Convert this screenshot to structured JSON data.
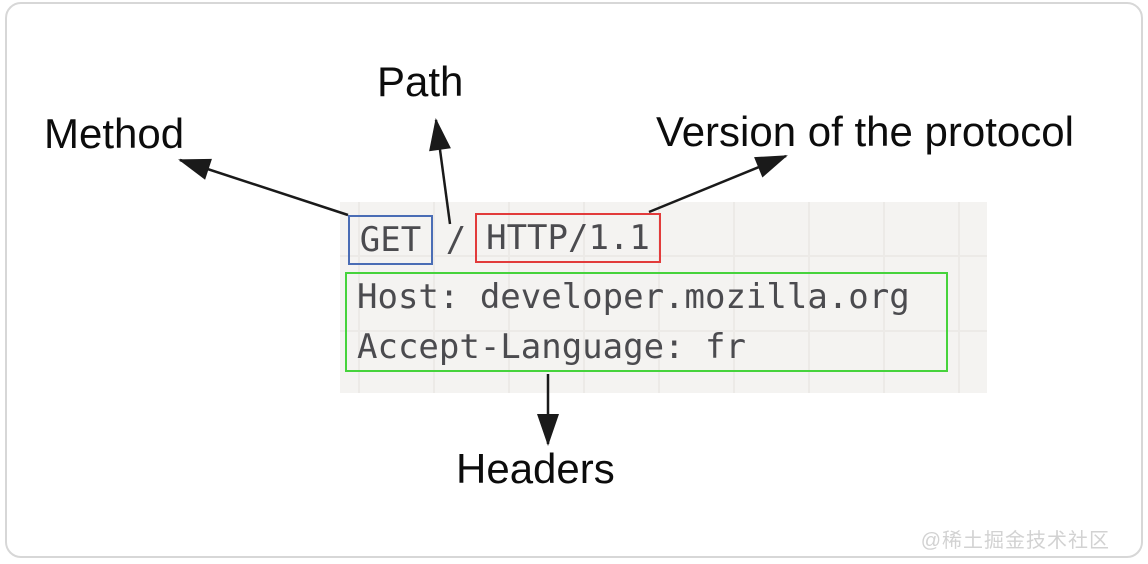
{
  "diagram": {
    "labels": {
      "method": "Method",
      "path": "Path",
      "version": "Version of the protocol",
      "headers": "Headers"
    },
    "request_line": {
      "method": "GET",
      "separator": "/",
      "version": "HTTP/1.1"
    },
    "headers": [
      "Host: developer.mozilla.org",
      "Accept-Language: fr"
    ],
    "colors": {
      "method_box_border": "#4a6db5",
      "version_box_border": "#e23b3b",
      "headers_box_border": "#46d33c",
      "arrow": "#1a1a1a"
    }
  },
  "watermark": "@稀土掘金技术社区"
}
